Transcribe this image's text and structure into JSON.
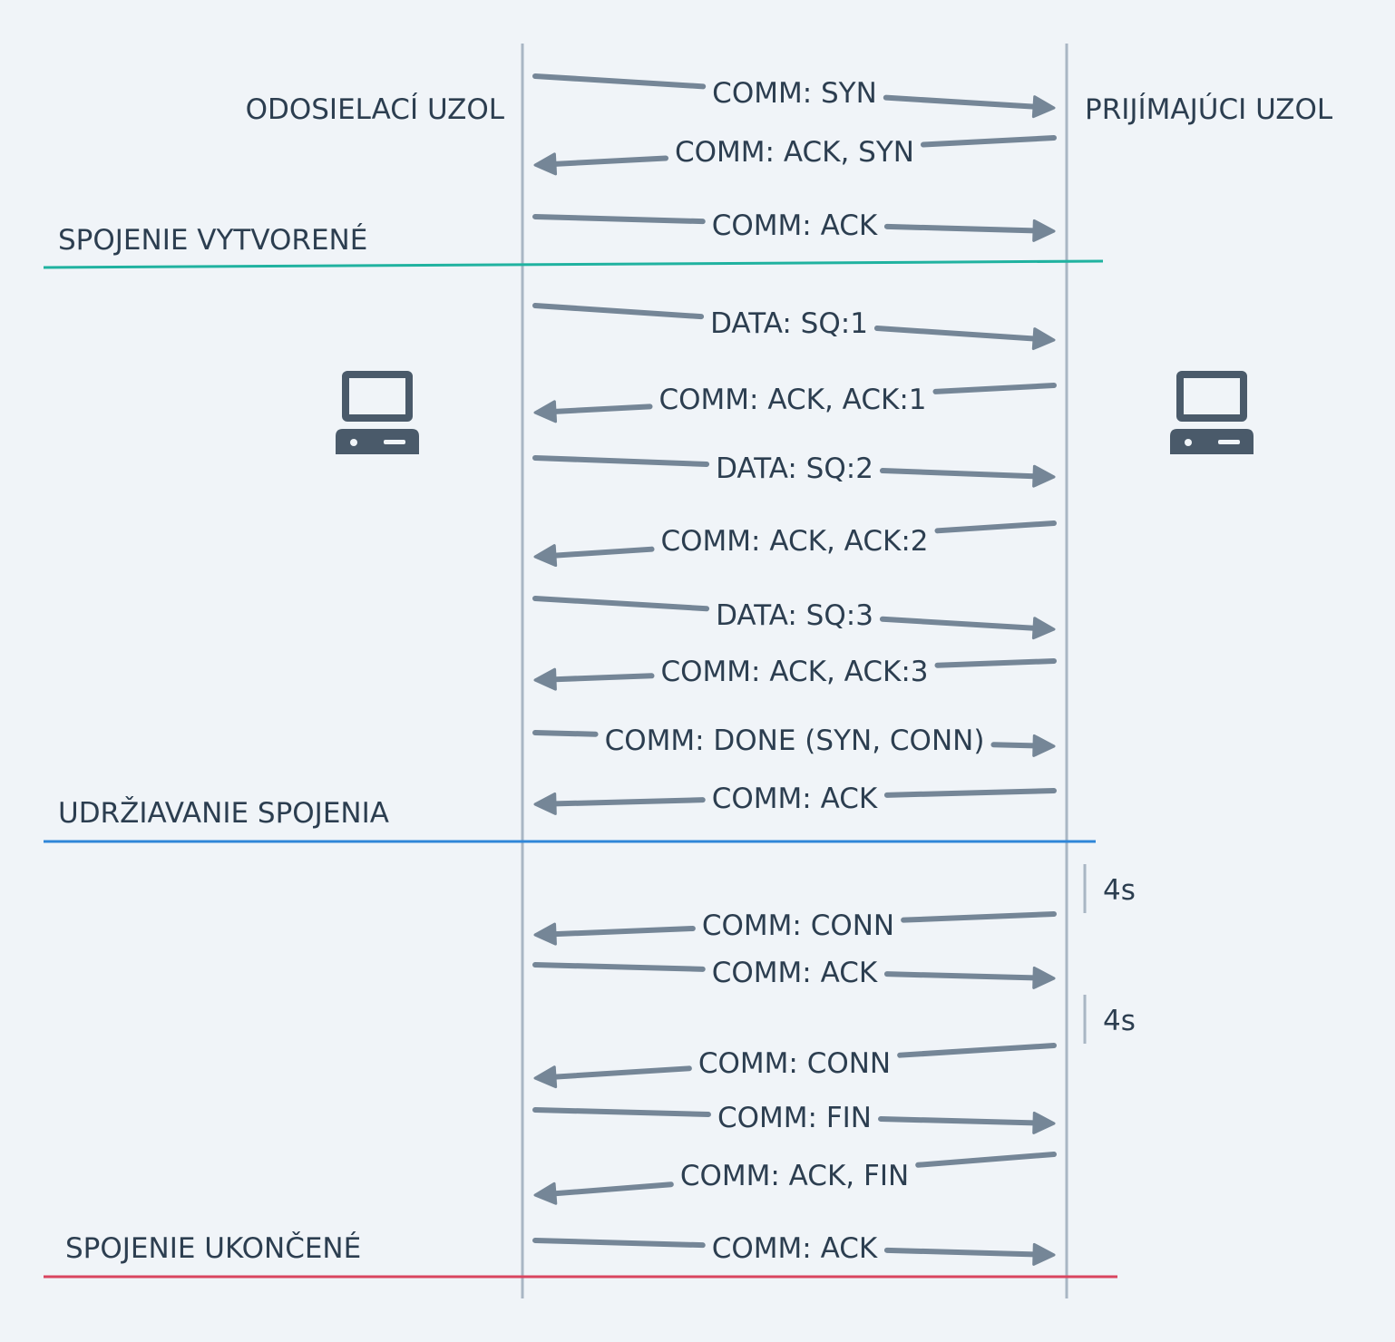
{
  "sender_label": "ODOSIELACÍ UZOL",
  "receiver_label": "PRIJÍMAJÚCI UZOL",
  "phases": [
    {
      "label": "SPOJENIE VYTVORENÉ",
      "color": "#20b2a0"
    },
    {
      "label": "UDRŽIAVANIE SPOJENIA",
      "color": "#2f86d8"
    },
    {
      "label": "SPOJENIE UKONČENÉ",
      "color": "#d9455f"
    }
  ],
  "messages": [
    {
      "label": "COMM: SYN",
      "direction": "to-receiver"
    },
    {
      "label": "COMM: ACK, SYN",
      "direction": "to-sender"
    },
    {
      "label": "COMM: ACK",
      "direction": "to-receiver"
    },
    {
      "label": "DATA: SQ:1",
      "direction": "to-receiver"
    },
    {
      "label": "COMM: ACK, ACK:1",
      "direction": "to-sender"
    },
    {
      "label": "DATA: SQ:2",
      "direction": "to-receiver"
    },
    {
      "label": "COMM: ACK, ACK:2",
      "direction": "to-sender"
    },
    {
      "label": "DATA: SQ:3",
      "direction": "to-receiver"
    },
    {
      "label": "COMM: ACK, ACK:3",
      "direction": "to-sender"
    },
    {
      "label": "COMM: DONE (SYN, CONN)",
      "direction": "to-receiver"
    },
    {
      "label": "COMM: ACK",
      "direction": "to-sender"
    },
    {
      "label": "COMM: CONN",
      "direction": "to-sender"
    },
    {
      "label": "COMM: ACK",
      "direction": "to-receiver"
    },
    {
      "label": "COMM: CONN",
      "direction": "to-sender"
    },
    {
      "label": "COMM: FIN",
      "direction": "to-receiver"
    },
    {
      "label": "COMM: ACK, FIN",
      "direction": "to-sender"
    },
    {
      "label": "COMM: ACK",
      "direction": "to-receiver"
    }
  ],
  "intervals": [
    {
      "label": "4s"
    },
    {
      "label": "4s"
    }
  ],
  "icons": {
    "sender": "computer-icon",
    "receiver": "computer-icon"
  },
  "colors": {
    "arrow": "#758697",
    "lifeline": "#a9b6c4",
    "text": "#2c3e50",
    "icon": "#4a5a6a"
  }
}
